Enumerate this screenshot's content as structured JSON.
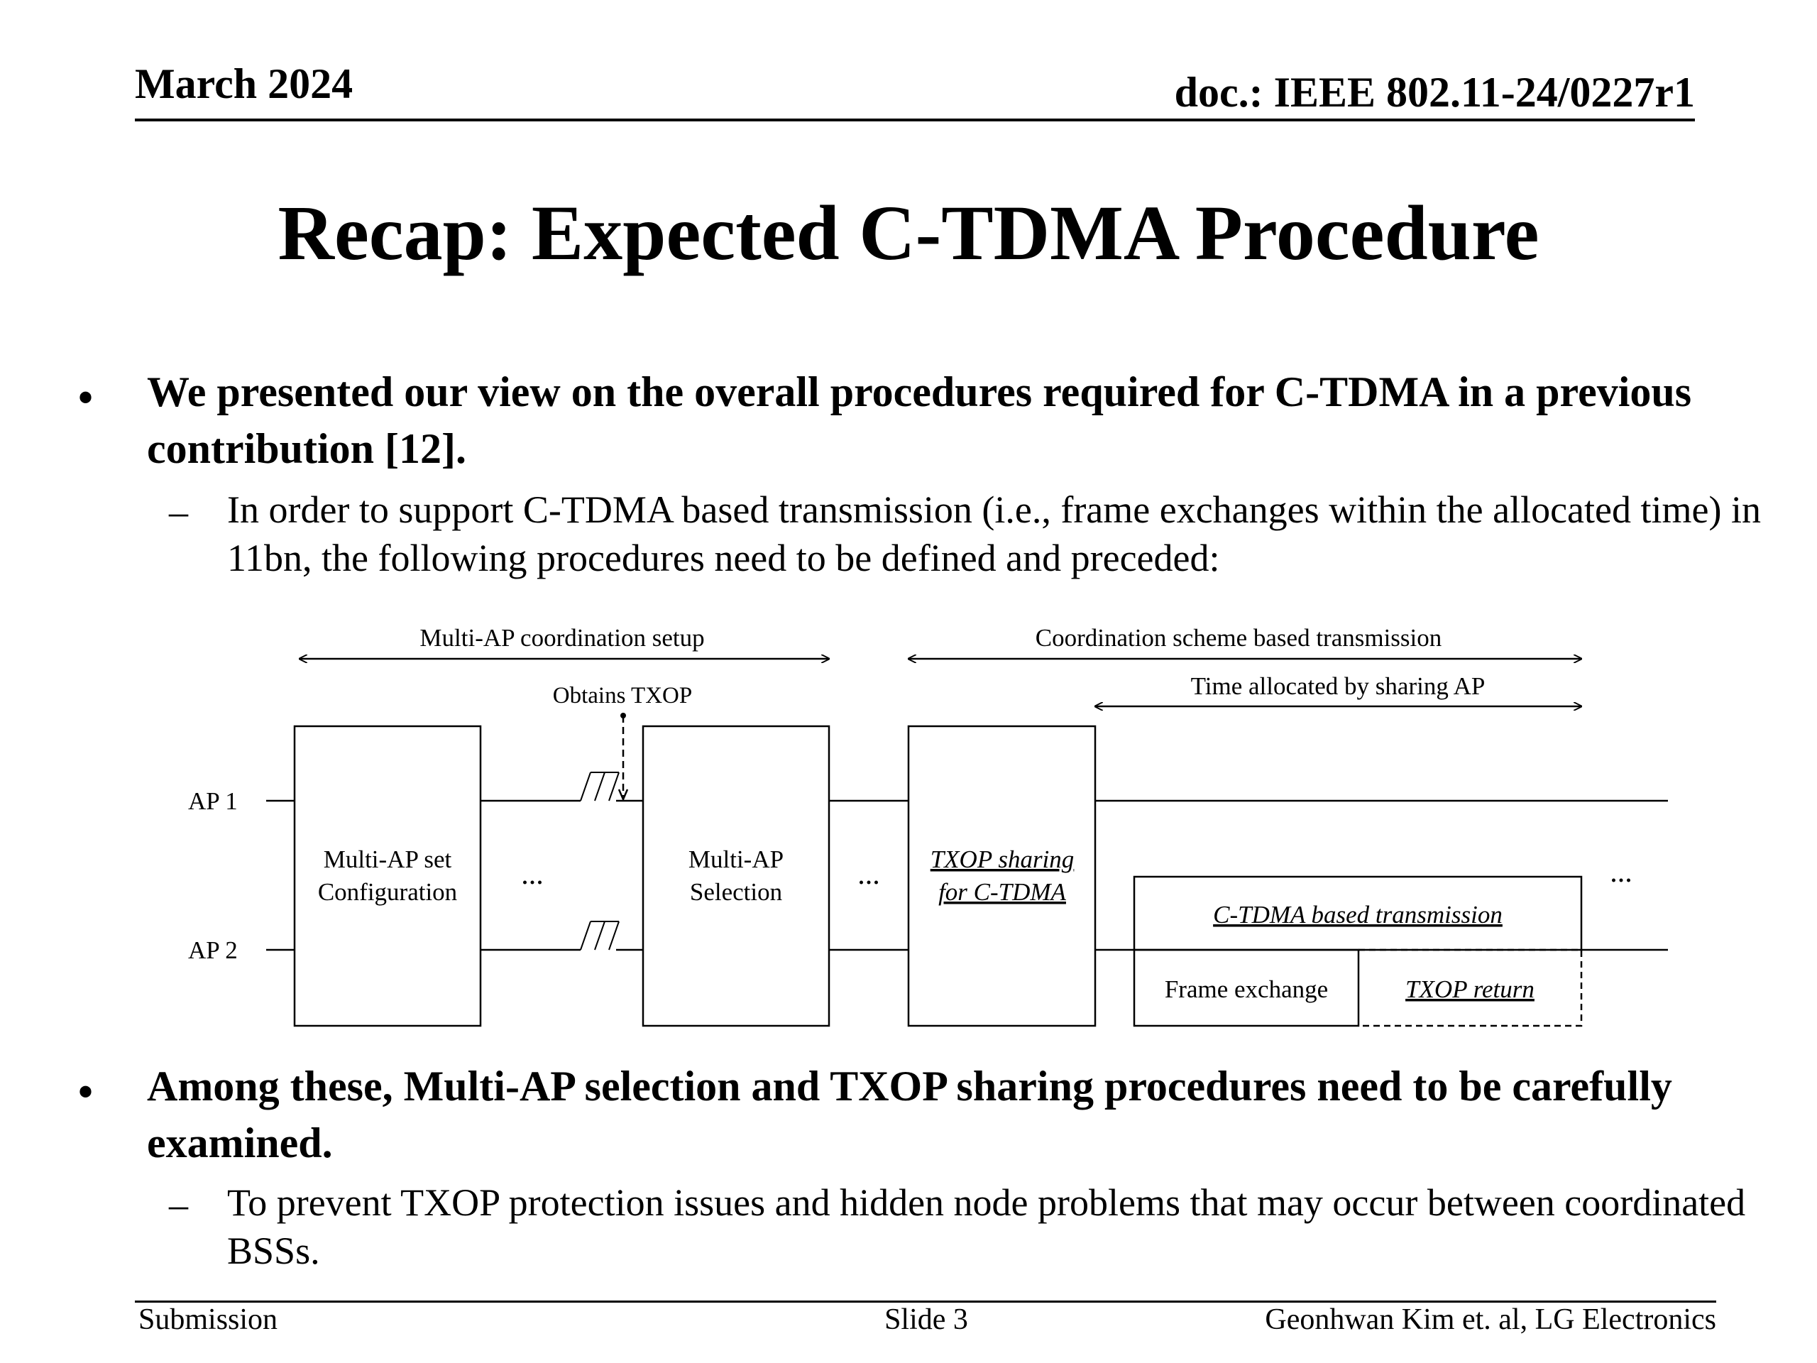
{
  "header": {
    "date": "March 2024",
    "doc_id": "doc.: IEEE 802.11-24/0227r1"
  },
  "title": "Recap: Expected C-TDMA Procedure",
  "bullets": [
    {
      "symbol": "•",
      "text": "We presented our view on the overall procedures required for C-TDMA in a previous contribution [12].",
      "sub": {
        "symbol": "–",
        "text": "In order to support C-TDMA based transmission (i.e., frame exchanges within the allocated time) in 11bn, the following procedures need to be defined and preceded:"
      }
    },
    {
      "symbol": "•",
      "text": "Among these, Multi-AP selection and TXOP sharing procedures need to be carefully examined.",
      "sub": {
        "symbol": "–",
        "text": "To prevent TXOP protection issues and hidden node problems that may occur between coordinated BSSs."
      }
    }
  ],
  "diagram": {
    "phase_setup": "Multi-AP coordination setup",
    "phase_transmission": "Coordination scheme based transmission",
    "time_allocated": "Time allocated by sharing AP",
    "obtains_txop": "Obtains TXOP",
    "ap1": "AP 1",
    "ap2": "AP 2",
    "box_config_line1": "Multi-AP set",
    "box_config_line2": "Configuration",
    "box_selection_line1": "Multi-AP",
    "box_selection_line2": "Selection",
    "box_txop_line1": "TXOP sharing",
    "box_txop_line2": "for C-TDMA",
    "box_ctdma": "C-TDMA based transmission",
    "box_frame_exchange": "Frame exchange",
    "box_txop_return": "TXOP return",
    "ellipsis": "..."
  },
  "footer": {
    "left": "Submission",
    "center": "Slide 3",
    "right": "Geonhwan Kim et. al, LG Electronics"
  }
}
